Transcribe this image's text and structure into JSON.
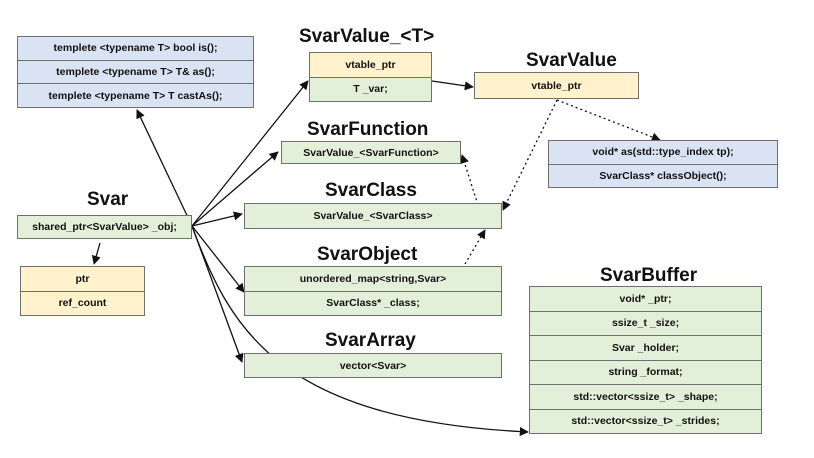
{
  "titles": {
    "svar": "Svar",
    "svarvalue_t": "SvarValue_<T>",
    "svarvalue": "SvarValue",
    "svarfunction": "SvarFunction",
    "svarclass": "SvarClass",
    "svarobject": "SvarObject",
    "svararray": "SvarArray",
    "svarbuffer": "SvarBuffer"
  },
  "boxes": {
    "templates": [
      "templete <typename T> bool is();",
      "templete <typename T> T& as();",
      "templete <typename T> T castAs();"
    ],
    "svar": [
      "shared_ptr<SvarValue> _obj;"
    ],
    "ptr": [
      "ptr",
      "ref_count"
    ],
    "svarvalue_t": [
      "vtable_ptr",
      "T _var;"
    ],
    "svarvalue": [
      "vtable_ptr"
    ],
    "svarvalue_methods": [
      "void* as(std::type_index tp);",
      "SvarClass* classObject();"
    ],
    "svarfunction": [
      "SvarValue_<SvarFunction>"
    ],
    "svarclass": [
      "SvarValue_<SvarClass>"
    ],
    "svarobject": [
      "unordered_map<string,Svar>",
      "SvarClass* _class;"
    ],
    "svararray": [
      "vector<Svar>"
    ],
    "svarbuffer": [
      "void* _ptr;",
      "ssize_t _size;",
      "Svar _holder;",
      "string _format;",
      "std::vector<ssize_t> _shape;",
      "std::vector<ssize_t> _strides;"
    ]
  },
  "colors": {
    "green": "#e2efd9",
    "blue": "#dae3f3",
    "orange": "#fff2cc",
    "border": "#6f6f6f",
    "arrow": "#111111"
  }
}
